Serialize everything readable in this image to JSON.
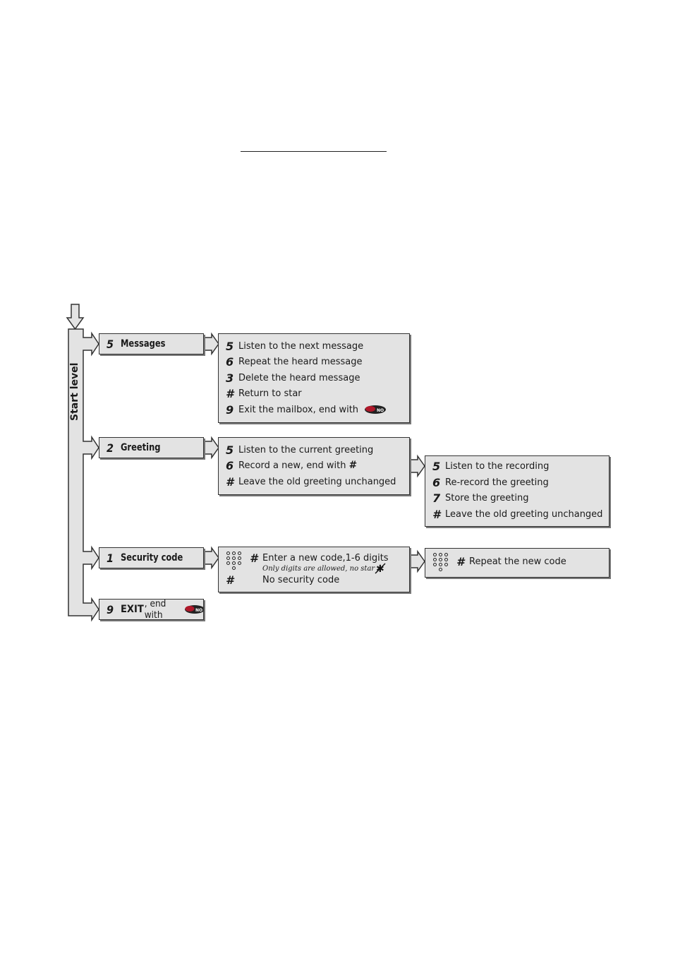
{
  "start_label": "Start level",
  "messages": {
    "key": "5",
    "title": "Messages",
    "options": [
      {
        "key": "5",
        "text": "Listen to the next message"
      },
      {
        "key": "6",
        "text": "Repeat the heard message"
      },
      {
        "key": "3",
        "text": "Delete the heard message"
      },
      {
        "key": "#",
        "text": "Return to star"
      },
      {
        "key": "9",
        "text": "Exit the mailbox, end with"
      }
    ]
  },
  "greeting": {
    "key": "2",
    "title": "Greeting",
    "options": [
      {
        "key": "5",
        "text": "Listen to the current greeting"
      },
      {
        "key": "6",
        "text": "Record a new, end with",
        "suffix": "#"
      },
      {
        "key": "#",
        "text": "Leave the old greeting unchanged"
      }
    ],
    "sub_options": [
      {
        "key": "5",
        "text": "Listen to the recording"
      },
      {
        "key": "6",
        "text": "Re-record the greeting"
      },
      {
        "key": "7",
        "text": "Store the greeting"
      },
      {
        "key": "#",
        "text": "Leave the old greeting unchanged"
      }
    ]
  },
  "security": {
    "key": "1",
    "title": "Security code",
    "options": [
      {
        "key": "#",
        "text": "Enter a new code,1-6 digits",
        "note": "Only digits are allowed, no star"
      },
      {
        "key": "#",
        "text": "No security code"
      }
    ],
    "repeat": {
      "key": "#",
      "text": "Repeat the new code"
    }
  },
  "exit": {
    "key": "9",
    "title": "EXIT",
    "suffix": ", end with"
  },
  "no_button_label": "NO",
  "colors": {
    "box_fill": "#e3e3e3",
    "border": "#333333",
    "no_button": "#b0182a"
  }
}
